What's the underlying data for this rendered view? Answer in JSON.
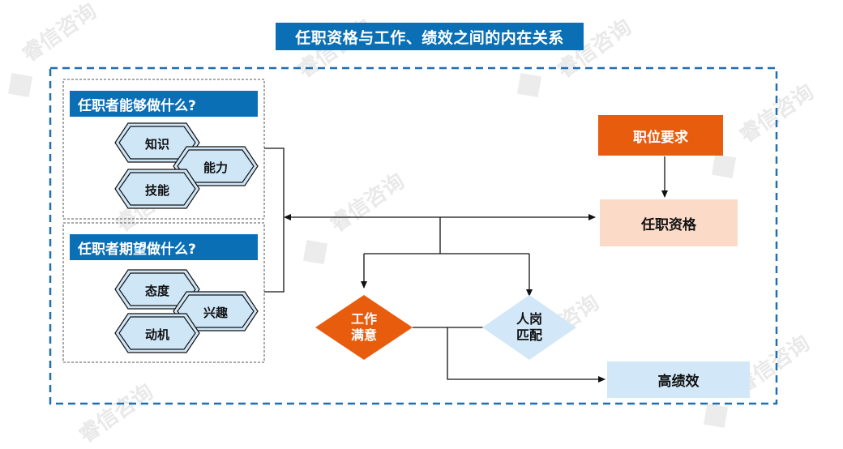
{
  "title": "任职资格与工作、绩效之间的内在关系",
  "watermark": "睿信咨询",
  "ability_panel": {
    "question": "任职者能够做什么?",
    "items": [
      "知识",
      "能力",
      "技能"
    ]
  },
  "willingness_panel": {
    "question": "任职者期望做什么?",
    "items": [
      "态度",
      "兴趣",
      "动机"
    ]
  },
  "nodes": {
    "job_requirement": "职位要求",
    "qualification": "任职资格",
    "job_satisfaction_line1": "工作",
    "job_satisfaction_line2": "满意",
    "person_job_fit_line1": "人岗",
    "person_job_fit_line2": "匹配",
    "high_performance": "高绩效"
  },
  "colors": {
    "title_blue": "#0b6fb6",
    "orange": "#e85c0d",
    "light_peach": "#fbdac8",
    "light_blue": "#d2e8f8",
    "hex_fill": "#cfe6f7",
    "dashed_border": "#1f6fb5"
  }
}
